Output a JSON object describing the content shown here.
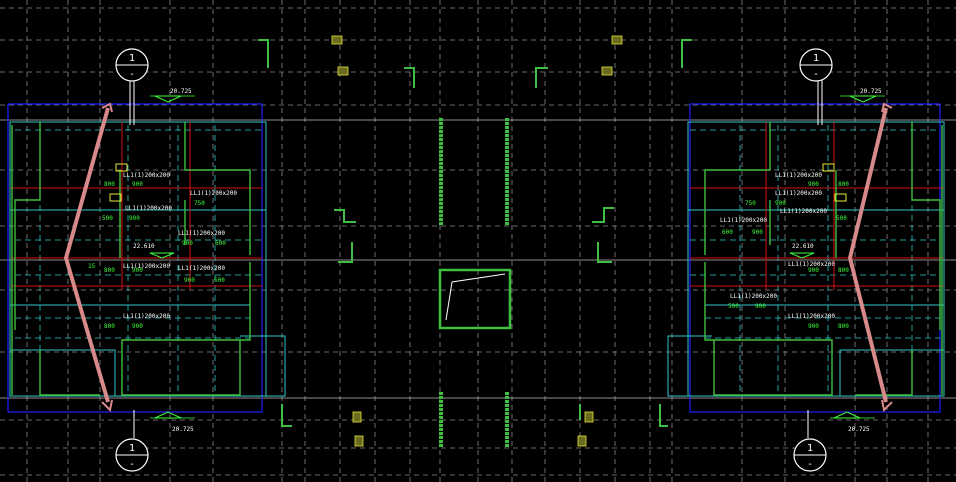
{
  "section_markers": [
    {
      "id": "tl",
      "top": "1",
      "bottom": "-"
    },
    {
      "id": "tr",
      "top": "1",
      "bottom": "-"
    },
    {
      "id": "bl",
      "top": "1",
      "bottom": "-"
    },
    {
      "id": "br",
      "top": "1",
      "bottom": "-"
    }
  ],
  "elevations": {
    "top_left": "20.725",
    "top_right": "20.725",
    "bottom_left": "20.725",
    "bottom_right": "20.725",
    "mid_left": "22.610",
    "mid_right": "22.610"
  },
  "labels_left": {
    "beam1": "LL1(1)200x200",
    "beam2": "LL1(1)200x200",
    "beam3": "LL1(1)200x200",
    "beam4": "LL1(1)200x200",
    "beam5": "LL1(1)200x200",
    "beam6": "LL1(1)200x200",
    "beam7": "LL1(1)200x200",
    "d800a": "800",
    "d900a": "900",
    "d500a": "500",
    "d900b": "900",
    "d750": "750",
    "d900c": "900",
    "d600": "600",
    "d800b": "800",
    "d900d": "900",
    "d900e": "900",
    "d500b": "500",
    "d800c": "800",
    "d900f": "900",
    "side": "15"
  },
  "labels_right": {
    "beam1": "LL1(1)200x200",
    "beam2": "LL1(1)200x200",
    "beam3": "LL1(1)200x200",
    "beam4": "LL1(1)200x200",
    "beam5": "LL1(1)200x200",
    "beam6": "LL1(1)200x200",
    "beam7": "LL1(1)200x200",
    "d800a": "800",
    "d900a": "900",
    "d750": "750",
    "d900b": "900",
    "d500a": "500",
    "d600": "600",
    "d900c": "900",
    "d900d": "900",
    "d800b": "800",
    "d500b": "500",
    "d900e": "900",
    "d900f": "900",
    "d800c": "800"
  },
  "colors": {
    "background": "#000000",
    "grid": "#8a8a8a",
    "wall_green": "#3fbf3f",
    "cyan": "#2fc8c8",
    "blue": "#2020ff",
    "red": "#d01010",
    "pink": "#d88a8a",
    "white": "#ffffff",
    "yellow": "#e8e83a",
    "label_green": "#3cff3c"
  }
}
